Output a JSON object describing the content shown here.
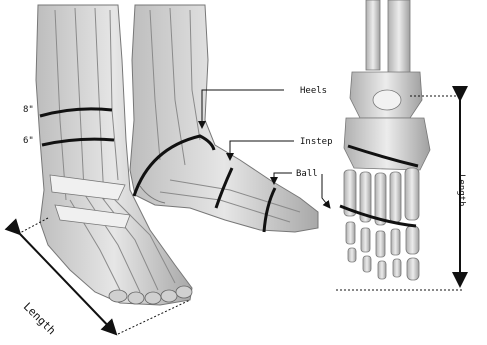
{
  "labels": {
    "measure_8": "8\"",
    "measure_6": "6\"",
    "heels": "Heels",
    "instep": "Instep",
    "ball": "Ball",
    "length_left": "Length",
    "length_right": "Length"
  },
  "colors": {
    "ink": "#111111",
    "skin": "#d8d8d8",
    "bone": "#e4e4e4",
    "shade": "#9a9a9a"
  }
}
